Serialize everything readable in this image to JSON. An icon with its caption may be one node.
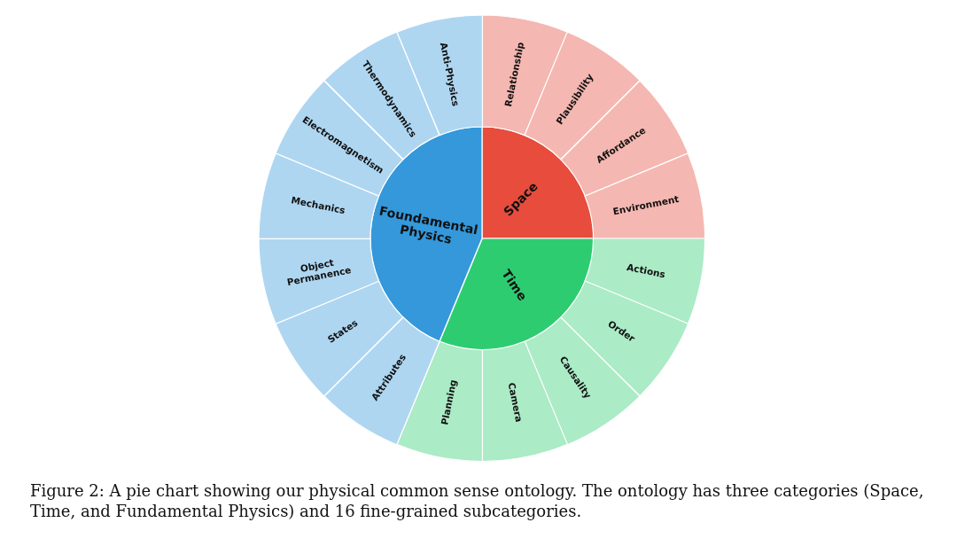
{
  "diagram": {
    "caption": "Figure 2: A pie chart showing our physical common sense ontology. The ontology has three categories (Space, Time, and Fundamental Physics) and 16 fine-grained subcategories.",
    "nodes": [
      {
        "text": [
          "Space"
        ]
      },
      {
        "text": [
          "Relationship"
        ]
      },
      {
        "text": [
          "Plausibility"
        ]
      },
      {
        "text": [
          "Affordance"
        ]
      },
      {
        "text": [
          "Environment"
        ]
      },
      {
        "text": [
          "Time"
        ]
      },
      {
        "text": [
          "Actions"
        ]
      },
      {
        "text": [
          "Order"
        ]
      },
      {
        "text": [
          "Causality"
        ]
      },
      {
        "text": [
          "Camera"
        ]
      },
      {
        "text": [
          "Planning"
        ]
      },
      {
        "text": [
          "Foundamental Physics"
        ]
      },
      {
        "text": [
          "Attributes"
        ]
      },
      {
        "text": [
          "States"
        ]
      },
      {
        "text": [
          "Object Permanence"
        ]
      },
      {
        "text": [
          "Mechanics"
        ]
      },
      {
        "text": [
          "Electromagnetism"
        ]
      },
      {
        "text": [
          "Thermodynamics"
        ]
      },
      {
        "text": [
          "Anti-Physics"
        ]
      }
    ]
  }
}
